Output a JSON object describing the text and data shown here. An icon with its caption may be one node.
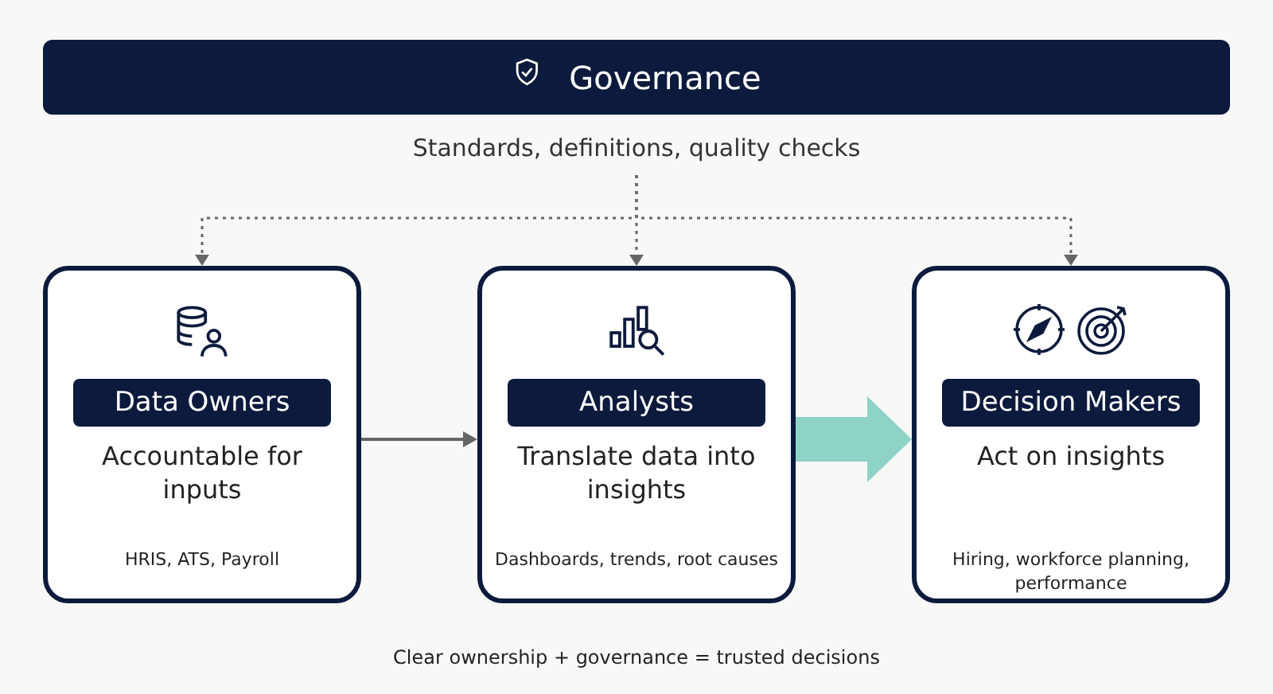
{
  "diagram": {
    "nodes": [
      {
        "text": [
          "Governance"
        ]
      },
      {
        "text": [
          "Standards, definitions, quality checks"
        ]
      },
      {
        "text": [
          "Data Owners",
          "Accountable for inputs",
          "HRIS, ATS, Payroll"
        ]
      },
      {
        "text": [
          "Analysts",
          "Translate data into insights",
          "Dashboards, trends, root causes"
        ]
      },
      {
        "text": [
          "Decision Makers",
          "Act on insights",
          "Hiring, workforce planning, performance"
        ]
      }
    ],
    "edges": [
      {
        "from": 1,
        "to": 2,
        "arrow": "to",
        "style": "dashed"
      },
      {
        "from": 1,
        "to": 3,
        "arrow": "to",
        "style": "dashed"
      },
      {
        "from": 1,
        "to": 4,
        "arrow": "to",
        "style": "dashed"
      },
      {
        "from": 2,
        "to": 3,
        "arrow": "to"
      },
      {
        "from": 3,
        "to": 4,
        "arrow": "to",
        "style": "thick",
        "color": "#8fd3c7"
      }
    ],
    "labels": [
      "Clear ownership + governance = trusted decisions"
    ]
  }
}
